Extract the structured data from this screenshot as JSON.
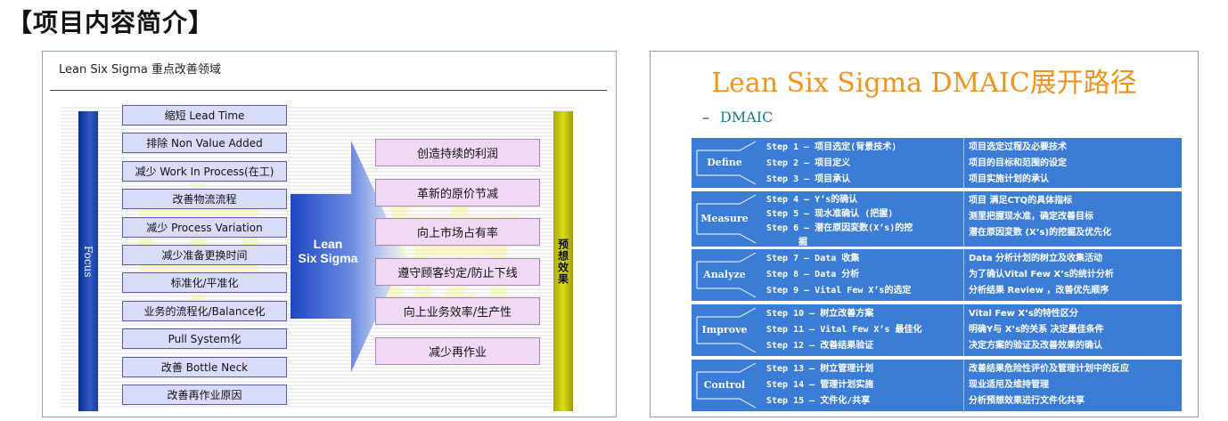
{
  "page_title": "【项目内容简介】",
  "left_panel": {
    "heading": "Lean Six Sigma 重点改善领域",
    "focus_label": "Focus",
    "center_arrow_label": [
      "Lean",
      "Six Sigma"
    ],
    "effect_label": "预想效果",
    "focus_items": [
      "缩短 Lead Time",
      "排除 Non Value Added",
      "减少 Work In Process(在工)",
      "改善物流流程",
      "减少 Process Variation",
      "减少准备更换时间",
      "标准化/平准化",
      "业务的流程化/Balance化",
      "Pull System化",
      "改善 Bottle Neck",
      "改善再作业原因"
    ],
    "effect_items": [
      "创造持续的利润",
      "革新的原价节减",
      "向上市场占有率",
      "遵守顾客约定/防止下线",
      "向上业务效率/生产性",
      "减少再作业"
    ]
  },
  "right_panel": {
    "title": "Lean Six Sigma DMAIC展开路径",
    "subtitle_dash": "–",
    "subtitle": "DMAIC",
    "phases": [
      {
        "name": "Define",
        "steps": [
          "Step  1 – 项目选定(背景技术)",
          "Step  2 – 项目定义",
          "Step  3 – 项目承认"
        ],
        "descriptions": [
          "项目选定过程及必要技术",
          "项目的目标和范围的设定",
          "项目实施计划的承认"
        ]
      },
      {
        "name": "Measure",
        "steps": [
          "Step  4 – Y’s的确认",
          "Step  5 – 现水准确认 (把握)",
          "Step  6 – 潜在原因変数(X’s)的挖",
          "掘"
        ],
        "descriptions": [
          "项目 满足CTQ的具体指标",
          "测里把握现水准，确定改善目标",
          "潜在原因変数 (X’s)的挖掘及优先化"
        ]
      },
      {
        "name": "Analyze",
        "steps": [
          "Step  7 – Data 收集",
          "Step  8 – Data 分析",
          "Step  9 – Vital Few X’s的选定"
        ],
        "descriptions": [
          "Data 分析计划的树立及收集活动",
          "为了确认Vital Few X’s的统计分析",
          "分析结果 Review ，改善优先顺序"
        ]
      },
      {
        "name": "Improve",
        "steps": [
          "Step 10 – 树立改善方案",
          "Step 11 – Vital Few X’s 最佳化",
          "Step 12 – 改善结果验证"
        ],
        "descriptions": [
          "Vital Few X’s的特性区分",
          "明确Y与 X’s的关系 决定最佳条件",
          "决定方案的验证及改善效果的确认"
        ]
      },
      {
        "name": "Control",
        "steps": [
          "Step 13 – 树立管理计划",
          "Step 14 – 管理计划实施",
          "Step 15 – 文件化/共享"
        ],
        "descriptions": [
          "改善结果危险性评价及管理计划中的反应",
          "现业适用及维持管理",
          "分析预想效果进行文件化共享"
        ]
      }
    ]
  },
  "colors": {
    "focus_bar": "#1a3f9e",
    "effect_bar": "#d4d400",
    "focus_item_bg": "#d8dcfa",
    "effect_item_bg": "#efd9f4",
    "dmaic_title": "#f0931e",
    "dmaic_phase_bg": "#3b7dd6",
    "dmaic_subtitle": "#197a86"
  }
}
